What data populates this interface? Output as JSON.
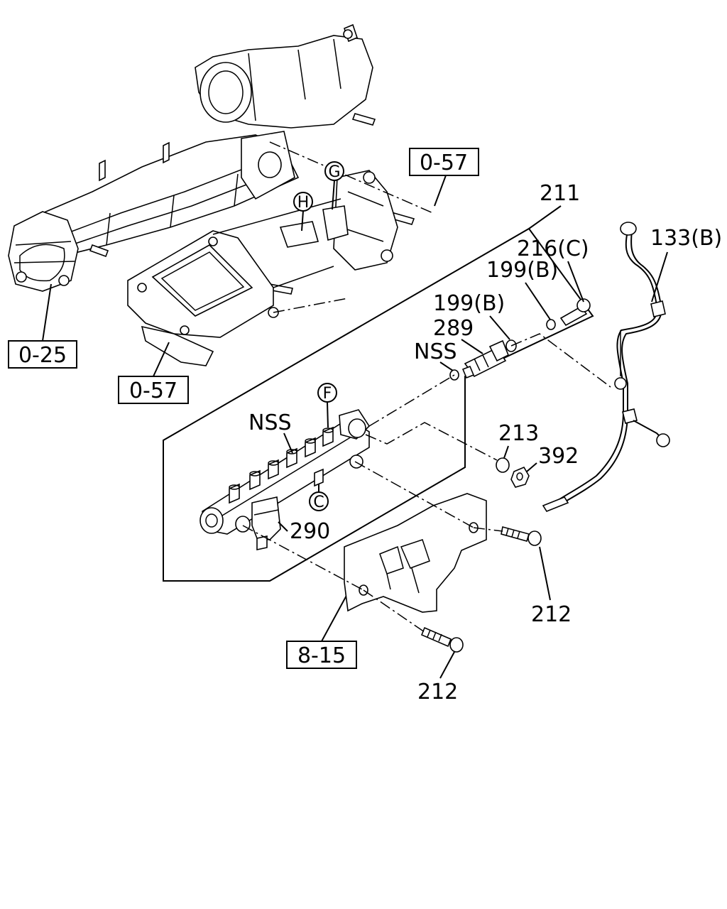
{
  "callouts": {
    "ref_057_top": "0-57",
    "ref_025": "0-25",
    "ref_057_bottom": "0-57",
    "ref_815": "8-15",
    "p211": "211",
    "p216c": "216(C)",
    "p199b_upper": "199(B)",
    "p199b_lower": "199(B)",
    "p289": "289",
    "nss_upper": "NSS",
    "nss_lower": "NSS",
    "p133b": "133(B)",
    "p213": "213",
    "p392": "392",
    "p290": "290",
    "p212_right": "212",
    "p212_bottom": "212"
  },
  "circle_marks": {
    "g": "G",
    "h": "H",
    "f": "F",
    "c": "C"
  }
}
